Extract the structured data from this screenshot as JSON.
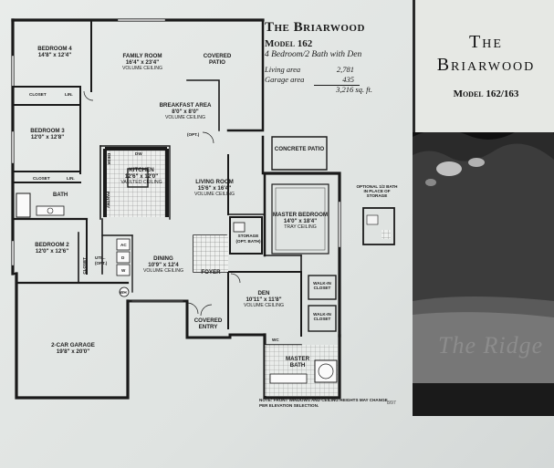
{
  "title": "The Briarwood",
  "model": "Model 162",
  "description": "4 Bedroom/2 Bath with Den",
  "areas": [
    {
      "label": "Living area",
      "value": "2,781"
    },
    {
      "label": "Garage area",
      "value": "435"
    },
    {
      "label": "",
      "value": "3,216 sq. ft."
    }
  ],
  "brand_panel": {
    "title_line1": "The",
    "title_line2": "Briarwood",
    "model": "Model 162/163",
    "logo_text": "The Ridge"
  },
  "rooms": {
    "bedroom4": {
      "name": "BEDROOM 4",
      "dims": "14'8\" x 12'4\""
    },
    "family": {
      "name": "FAMILY ROOM",
      "dims": "16'4\" x 23'4\"",
      "ceiling": "VOLUME CEILING"
    },
    "patio_cov": {
      "name": "COVERED PATIO"
    },
    "breakfast": {
      "name": "BREAKFAST AREA",
      "dims": "8'0\" x 8'0\"",
      "ceiling": "VOLUME CEILING"
    },
    "bedroom3": {
      "name": "BEDROOM 3",
      "dims": "12'0\" x 12'8\""
    },
    "kitchen": {
      "name": "KITCHEN",
      "dims": "12'6\" x 12'0\"",
      "ceiling": "VAULTED CEILING"
    },
    "living": {
      "name": "LIVING ROOM",
      "dims": "15'6\" x 16'4\"",
      "ceiling": "VOLUME CEILING"
    },
    "concrete_patio": {
      "name": "CONCRETE PATIO"
    },
    "master": {
      "name": "MASTER BEDROOM",
      "dims": "14'0\" x 18'4\"",
      "ceiling": "TRAY CEILING"
    },
    "bedroom2": {
      "name": "BEDROOM 2",
      "dims": "12'0\" x 12'6\""
    },
    "dining": {
      "name": "DINING",
      "dims": "10'9\" x 12'4",
      "ceiling": "VOLUME CEILING"
    },
    "garage": {
      "name": "2-CAR GARAGE",
      "dims": "19'8\" x 20'0\""
    },
    "den": {
      "name": "DEN",
      "dims": "10'11\" x 11'8\"",
      "ceiling": "VOLUME CEILING"
    },
    "entry": {
      "name": "COVERED ENTRY"
    },
    "foyer": {
      "name": "FOYER"
    },
    "master_bath": {
      "name": "MASTER BATH"
    }
  },
  "small_labels": {
    "closet": "CLOSET",
    "lin": "LIN.",
    "bath": "BATH",
    "opt": "(OPT.)",
    "dw": "DW",
    "desk": "DESK",
    "pantry": "PANTRY",
    "util": "UTIL.",
    "util_opt": "(OPT.)",
    "ac": "AC",
    "wh": "WH",
    "w": "W",
    "d": "D",
    "storage": "STORAGE",
    "storage_opt": "(OPT. BATH)",
    "walkin": "WALK-IN CLOSET",
    "wc": "WC"
  },
  "optional_note": "OPTIONAL 1/2 BATH IN PLACE OF STORAGE",
  "footer_note": "NOTE: FRONT WINDOWS AND CEILING HEIGHTS MAY CHANGE PER ELEVATION SELECTION.",
  "date_code": "8/97"
}
